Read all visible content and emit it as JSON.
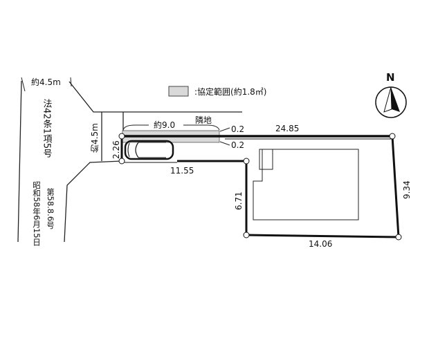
{
  "legend": {
    "label": ":協定範囲(約1.8㎡)",
    "swatch_color": "#d9d9d9"
  },
  "north": {
    "label": "N"
  },
  "road": {
    "top_width": "約4.5m",
    "side_width": "約4.5m",
    "designation": "法42条1項5号",
    "date": "昭和58年6月15日",
    "number": "第58.8.6号"
  },
  "dimensions": {
    "agreement_length": "約9.0",
    "neighbor": "隣地",
    "offset_top": "0.2",
    "offset_bottom": "0.2",
    "north_side": "24.85",
    "frontage": "2.26",
    "access_south": "11.55",
    "west_side": "6.71",
    "east_side": "9.34",
    "south_side": "14.06"
  }
}
